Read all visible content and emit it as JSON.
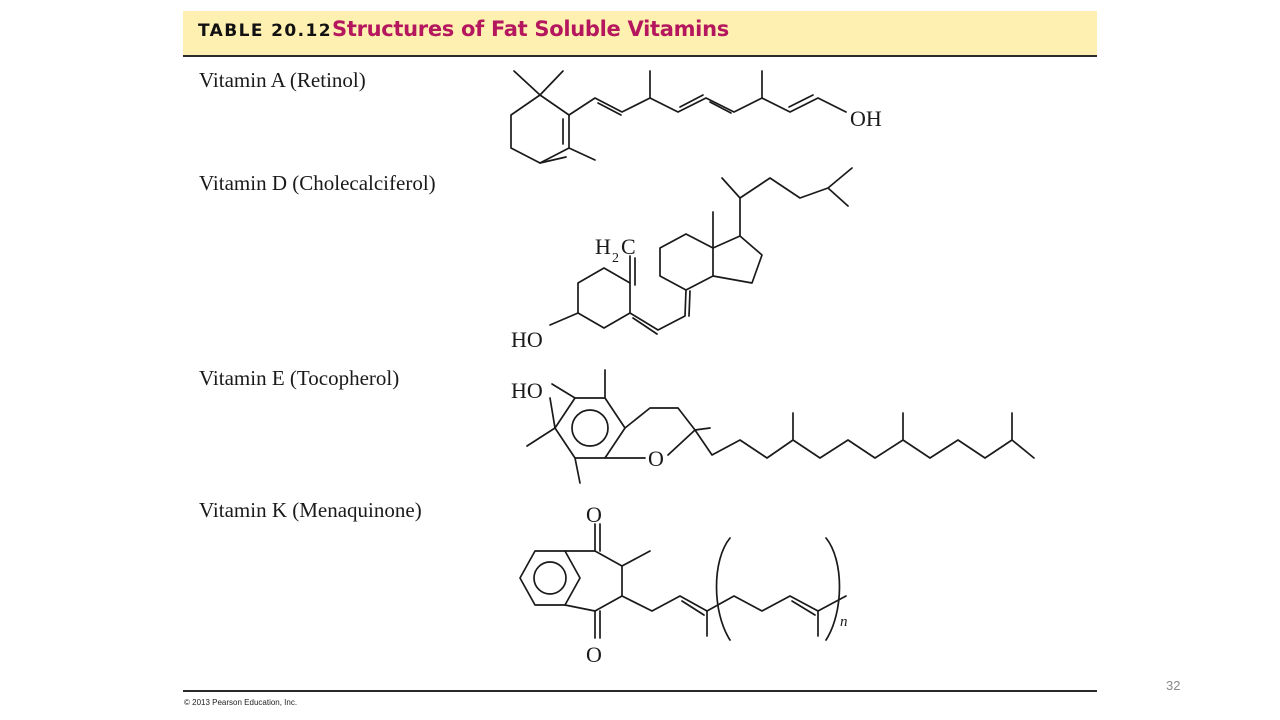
{
  "header": {
    "table_number": "TABLE 20.12",
    "title": "Structures of Fat Soluble Vitamins"
  },
  "vitamins": [
    {
      "label": "Vitamin A (Retinol)",
      "atom_labels": [
        "OH"
      ]
    },
    {
      "label": "Vitamin D (Cholecalciferol)",
      "atom_labels": [
        "H",
        "2",
        "C",
        "HO"
      ]
    },
    {
      "label": "Vitamin E (Tocopherol)",
      "atom_labels": [
        "HO",
        "O"
      ]
    },
    {
      "label": "Vitamin K (Menaquinone)",
      "atom_labels": [
        "O",
        "O",
        "n"
      ]
    }
  ],
  "footer": {
    "copyright": "© 2013 Pearson Education, Inc.",
    "page_number": "32"
  },
  "colors": {
    "header_band": "#fdf0b0",
    "title_accent": "#b5175e",
    "rule": "#2a2a2a",
    "ink": "#1a1a1a"
  }
}
